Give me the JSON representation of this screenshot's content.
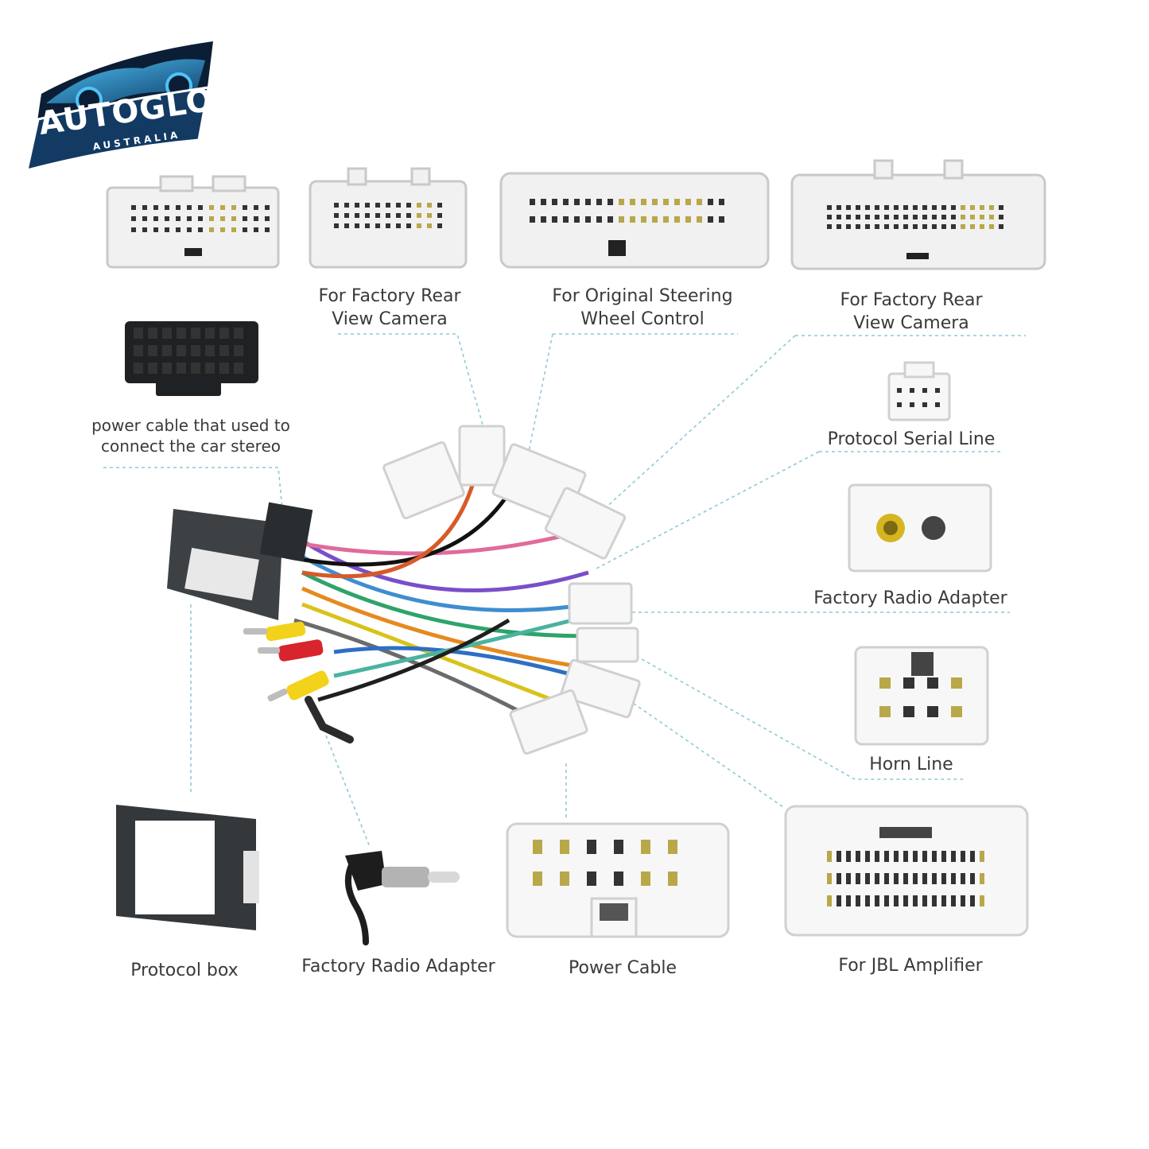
{
  "logo": {
    "brand": "AUTOGLO",
    "region": "AUSTRALIA",
    "colors": {
      "primary": "#1a5a9a",
      "accent": "#3fb2e8",
      "dark": "#0b1e35"
    }
  },
  "labels": {
    "rear_camera_1": [
      "For Factory Rear",
      "View Camera"
    ],
    "steering": [
      "For Original Steering",
      "Wheel Control"
    ],
    "rear_camera_2": [
      "For Factory Rear",
      "View Camera"
    ],
    "power_cable_stereo": [
      "power cable that used to",
      "connect the car stereo"
    ],
    "protocol_serial": "Protocol Serial Line",
    "factory_radio_right": "Factory Radio Adapter",
    "horn_line": "Horn Line",
    "protocol_box": "Protocol box",
    "factory_radio_bottom": "Factory Radio Adapter",
    "power_cable": "Power Cable",
    "jbl_amplifier": "For JBL Amplifier"
  },
  "colors": {
    "leader_line": "#8fc9d6",
    "connector_white": "#f1f1f1",
    "rca_yellow": "#f2d21a",
    "rca_red": "#d8242c",
    "protocol_box": "#3a3d40"
  }
}
